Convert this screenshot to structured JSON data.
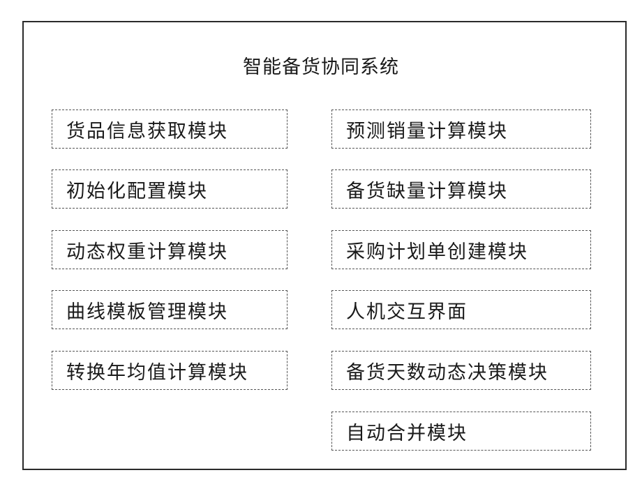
{
  "diagram": {
    "title": "智能备货协同系统",
    "left_modules": [
      "货品信息获取模块",
      "初始化配置模块",
      "动态权重计算模块",
      "曲线模板管理模块",
      "转换年均值计算模块"
    ],
    "right_modules": [
      "预测销量计算模块",
      "备货缺量计算模块",
      "采购计划单创建模块",
      "人机交互界面",
      "备货天数动态决策模块",
      "自动合并模块"
    ]
  }
}
